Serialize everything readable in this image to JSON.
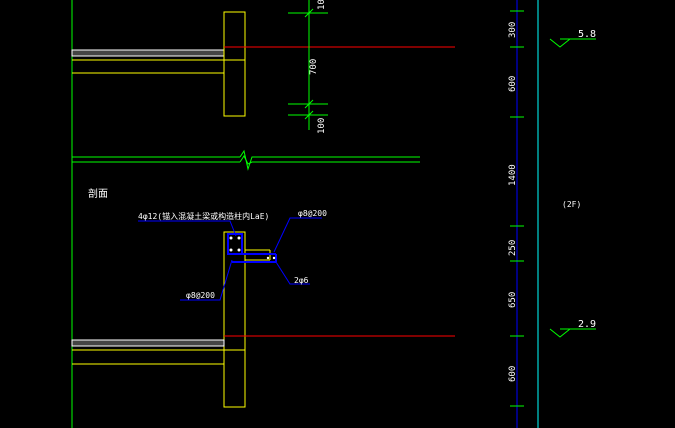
{
  "colors": {
    "background": "#000000",
    "wall": "#ffff00",
    "dimension": "#00ff00",
    "rebar": "#0000ff",
    "leader": "#0000ff",
    "level_line": "#ff0000",
    "grid_line": "#00ffff",
    "text": "#ffffff"
  },
  "dimensions": {
    "top_right": [
      "300",
      "600",
      "1400",
      "250",
      "650",
      "600"
    ],
    "top_left": [
      "10",
      "700",
      "100"
    ]
  },
  "levels": {
    "upper": "5.8",
    "lower": "2.9"
  },
  "floor_tag": "(2F)",
  "section_label": "剖面",
  "annotations": {
    "stirrup_top": "φ8@200",
    "stirrup_left": "φ8@200",
    "bars_main": "4φ12(锚入混凝土梁或构造柱内LaE)",
    "bars_small": "2φ6"
  },
  "icons": {
    "break_mark": "break-line-icon",
    "level_marker": "level-triangle-icon"
  }
}
